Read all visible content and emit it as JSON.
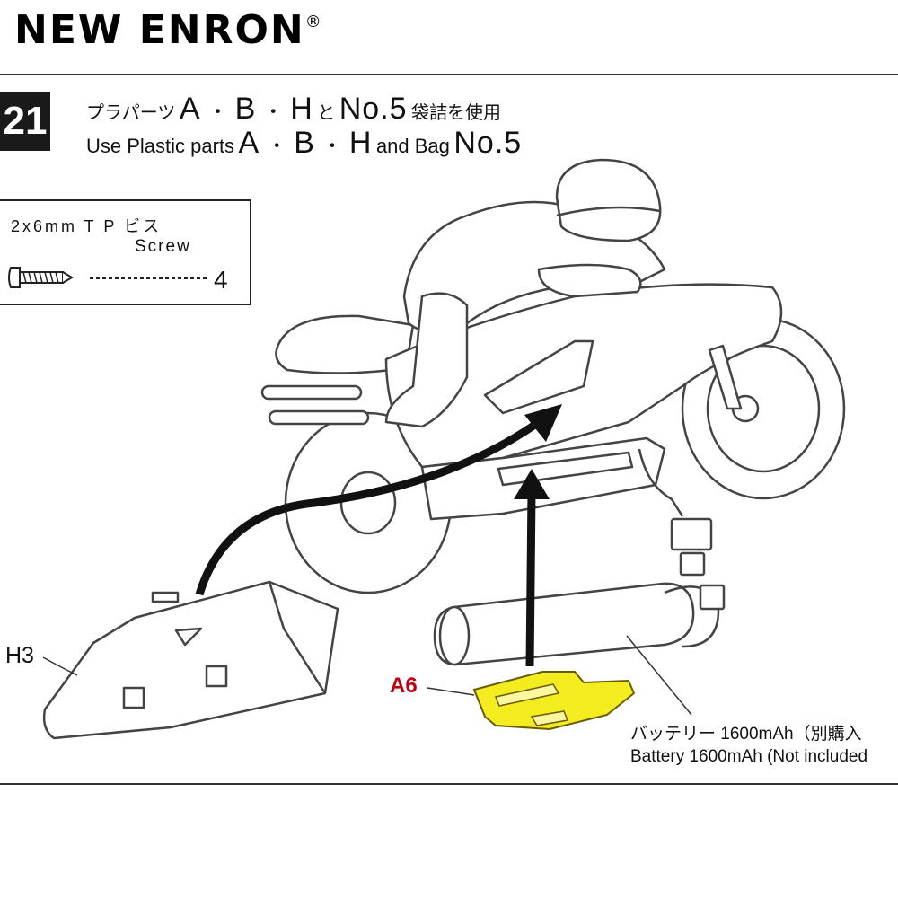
{
  "brand": {
    "name": "NEW ENRON",
    "mark": "®"
  },
  "step": {
    "number": "21",
    "jp": {
      "prefix": "プラパーツ",
      "parts": [
        "A",
        "B",
        "H"
      ],
      "and": "と",
      "bag": "No.5",
      "suffix": "袋詰を使用"
    },
    "en": {
      "prefix": "Use Plastic parts",
      "parts": [
        "A",
        "B",
        "H"
      ],
      "and": "and Bag",
      "bag": "No.5"
    },
    "separator": "・"
  },
  "screw": {
    "jp": "2x6mm T P ビス",
    "en": "Screw",
    "quantity": "4"
  },
  "labels": {
    "h3": "H3",
    "a6": "A6"
  },
  "battery": {
    "jp": "バッテリー 1600mAh（別購入",
    "en": "Battery 1600mAh (Not included"
  },
  "colors": {
    "highlight": "#f3ec1e",
    "a6_label": "#c00010",
    "line": "#333333"
  },
  "icons": [
    "tapping-screw-icon",
    "arrow-up-icon",
    "arrow-curved-icon"
  ]
}
